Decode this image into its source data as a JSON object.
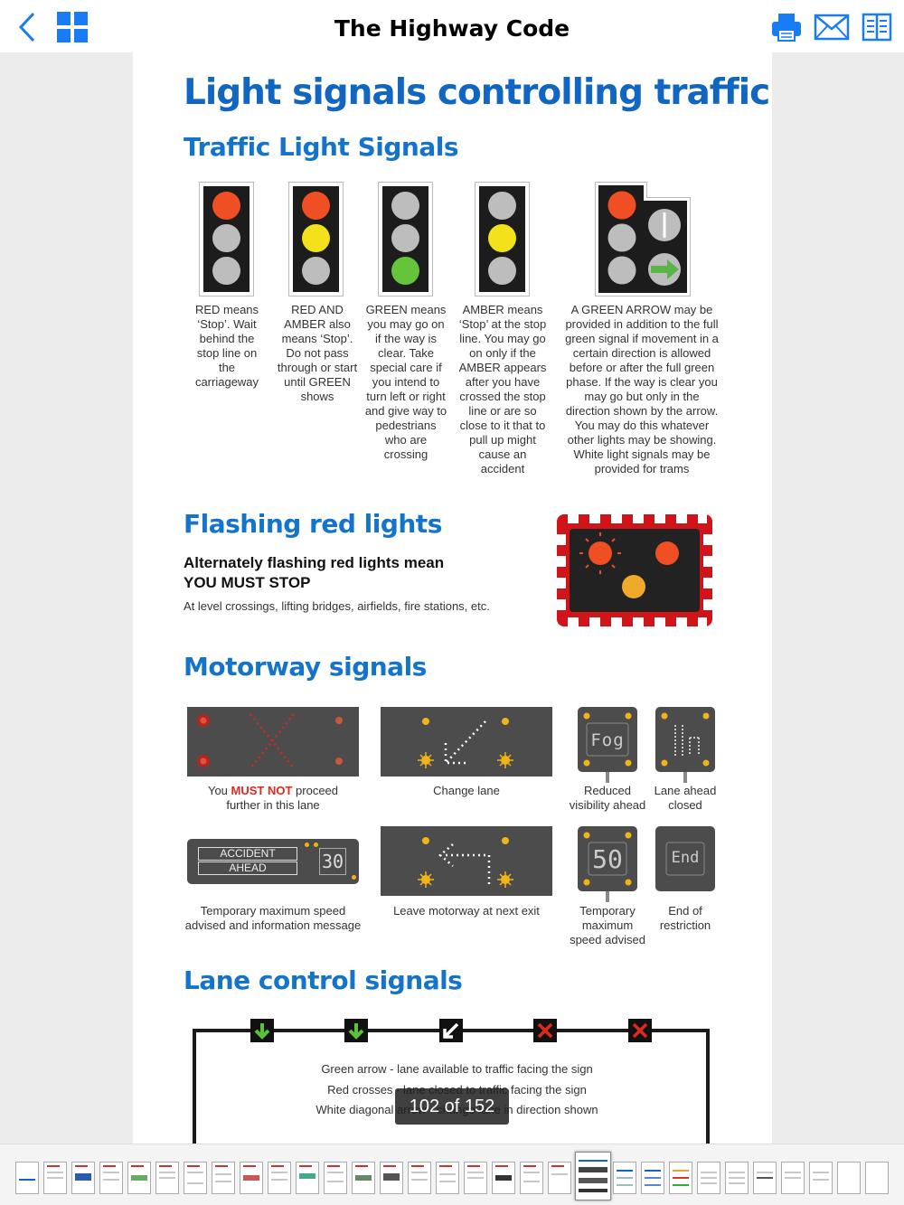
{
  "app": {
    "title": "The Highway Code"
  },
  "toolbar": {
    "back_icon": "chevron-left-icon",
    "grid_icon": "grid-icon",
    "print_icon": "printer-icon",
    "mail_icon": "envelope-icon",
    "book_icon": "book-icon"
  },
  "page": {
    "heading": "Light signals controlling traffic",
    "traffic_light_heading": "Traffic Light Signals",
    "traffic_lights": [
      {
        "caption": "RED means ‘Stop’. Wait behind the stop line on the carriageway"
      },
      {
        "caption": "RED AND AMBER also means ‘Stop’. Do not pass through or start until GREEN shows"
      },
      {
        "caption": "GREEN means you may go on if the way is clear. Take special care if you intend to turn left or right and give way to pedestrians who are crossing"
      },
      {
        "caption": "AMBER means ‘Stop’ at the stop line. You may go on only if the AMBER appears after you have crossed the stop line or are so close to it that to pull up might cause an accident"
      },
      {
        "caption": "A GREEN ARROW may be provided in addition to the full green signal if movement in a certain direction is allowed before or after the full green phase. If the way is clear you may go but only in the direction shown by the arrow. You may do this whatever other lights may be showing. White light signals may be provided for trams"
      }
    ],
    "flashing_heading": "Flashing red lights",
    "flashing_line1": "Alternately flashing red lights mean",
    "flashing_line2": "YOU MUST STOP",
    "flashing_note": "At level crossings, lifting bridges, airfields, fire stations, etc.",
    "motorway_heading": "Motorway signals",
    "motorway": {
      "must_not_prefix": "You ",
      "must_not_emph": "MUST NOT",
      "must_not_suffix": " proceed",
      "must_not_line2": "further in this lane",
      "change_lane": "Change lane",
      "reduced_visibility_1": "Reduced",
      "reduced_visibility_2": "visibility ahead",
      "lane_closed_1": "Lane ahead",
      "lane_closed_2": "closed",
      "temp_speed_info_1": "Temporary maximum speed",
      "temp_speed_info_2": "advised and information message",
      "leave_motorway": "Leave motorway at next exit",
      "temp_speed_1": "Temporary",
      "temp_speed_2": "maximum",
      "temp_speed_3": "speed advised",
      "end_restriction_1": "End of",
      "end_restriction_2": "restriction",
      "accident_line1": "ACCIDENT",
      "accident_line2": "AHEAD",
      "speed_30": "30",
      "speed_50": "50",
      "fog": "Fog",
      "end": "End"
    },
    "lane_control_heading": "Lane control signals",
    "lane_control": {
      "line1": "Green arrow - lane available to traffic facing the sign",
      "line2": "Red crosses - lane closed to traffic facing the sign",
      "line3": "White diagonal arrow - change lane in direction shown"
    }
  },
  "page_indicator": "102 of 152",
  "colors": {
    "accent": "#1166c2",
    "red": "#f04e23",
    "amber": "#f2e11b",
    "green": "#66c43a",
    "grey_lamp": "#bdbdbd"
  }
}
